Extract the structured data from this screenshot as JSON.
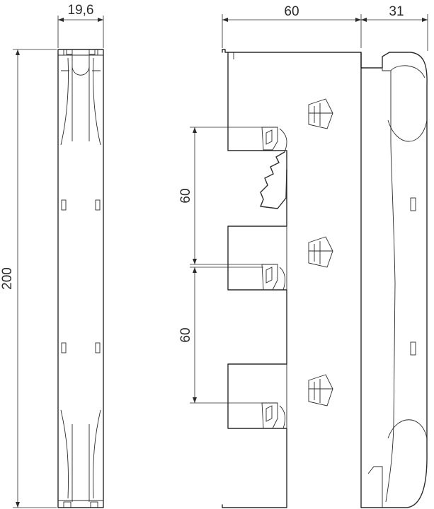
{
  "dimensions": {
    "side_width": "19,6",
    "front_width": "60",
    "depth": "31",
    "height": "200",
    "pitch_upper": "60",
    "pitch_lower": "60"
  }
}
